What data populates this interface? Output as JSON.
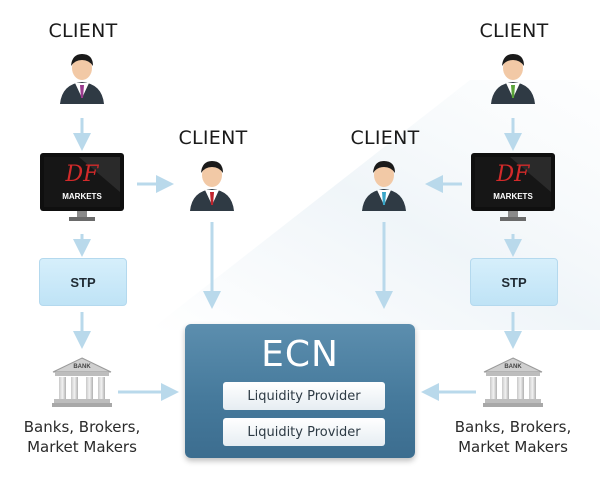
{
  "clients": {
    "top_left": "CLIENT",
    "top_right": "CLIENT",
    "mid_left": "CLIENT",
    "mid_right": "CLIENT"
  },
  "broker": {
    "logo_left": "DF",
    "logo_sub": "MARKETS"
  },
  "stp_label": "STP",
  "banks": {
    "label_line1": "Banks, Brokers,",
    "label_line2": "Market Makers",
    "sign": "BANK"
  },
  "ecn": {
    "title": "ECN",
    "providers": [
      "Liquidity Provider",
      "Liquidity Provider"
    ]
  },
  "colors": {
    "arrow": "#b9d9eb",
    "ecn": "#4f83a5",
    "stp": "#cbe9f8",
    "tie_left_top": "#9b3b8f",
    "tie_right_top": "#5aa43a",
    "tie_mid_left": "#c0242d",
    "tie_mid_right": "#39a6c8"
  }
}
